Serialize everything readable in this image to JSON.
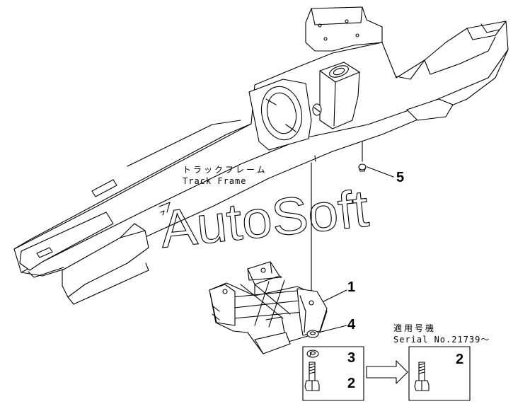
{
  "labels": {
    "track_frame_jp": "トラックフレーム",
    "track_frame_en": "Track Frame",
    "serial_jp": "適用号機",
    "serial_en": "Serial No.21739～"
  },
  "watermark": "AutoSoft",
  "callouts": {
    "c1": "1",
    "c2a": "2",
    "c2b": "2",
    "c3": "3",
    "c4": "4",
    "c5": "5"
  }
}
